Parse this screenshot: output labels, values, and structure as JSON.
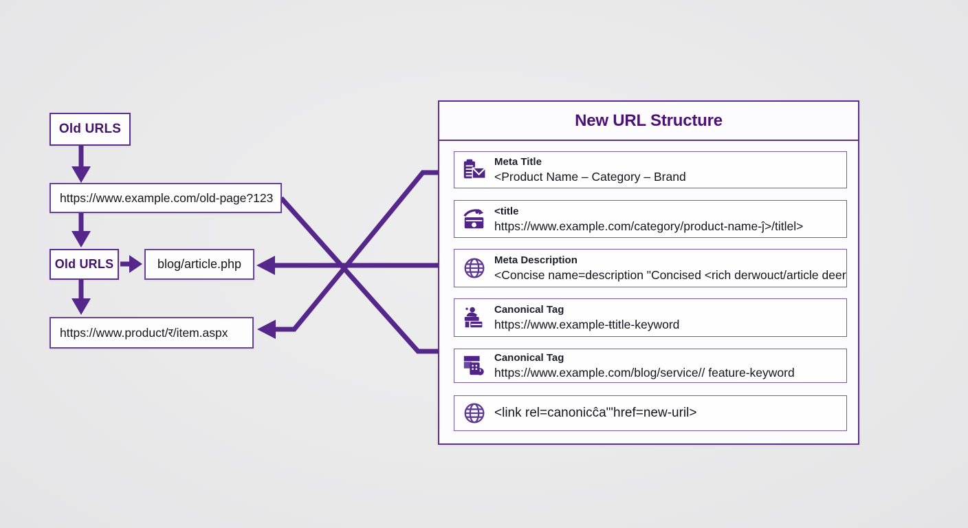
{
  "colors": {
    "purple_line": "#56278a",
    "purple_border": "#5e2d91",
    "purple_title": "#4c1176",
    "background": "#e9e9ea"
  },
  "left_flow": {
    "boxes": [
      {
        "id": "old-urls-top",
        "label": "Old URLS"
      },
      {
        "id": "old-url-1",
        "label": "https://www.example.com/old-page?123"
      },
      {
        "id": "old-urls-mid",
        "label": "Old URLS"
      },
      {
        "id": "blog-article",
        "label": "blog/article.php"
      },
      {
        "id": "old-url-2",
        "label": "https://www.product/र/item.aspx"
      }
    ]
  },
  "panel": {
    "title": "New URL Structure",
    "rows": [
      {
        "icon": "clipboard-mail-icon",
        "label": "Meta Title",
        "value": "<Product Name – Category – Brand"
      },
      {
        "icon": "cash-box-swoosh-icon",
        "label": "<title",
        "value": "https://www.example.com/category/product-name-ĵ>/titlel>"
      },
      {
        "icon": "globe-icon",
        "label": "Meta Description",
        "value": "<Concise name=description \"Concised <rich derwouct/article deerviion of"
      },
      {
        "icon": "person-desk-icon",
        "label": "Canonical Tag",
        "value": "https://www.example-ŧtitle-keyword"
      },
      {
        "icon": "overlapping-windows-icon",
        "label": "Canonical Tag",
        "value": "https://www.example.com/blog/service// feature-keyword"
      },
      {
        "icon": "globe-icon",
        "label": "",
        "value": "<link rel=canonicĉa\"'href=new-uril>"
      }
    ]
  }
}
